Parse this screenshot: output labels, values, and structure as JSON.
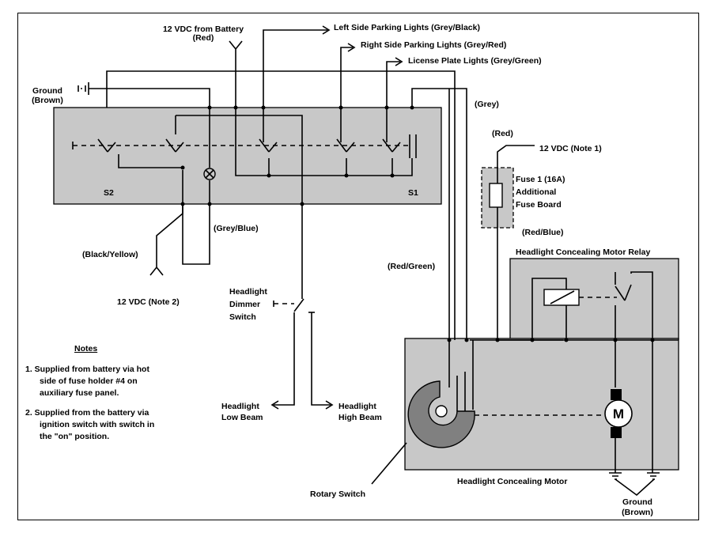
{
  "labels": {
    "battery_12vdc": "12 VDC from Battery",
    "battery_red": "(Red)",
    "ground_left": "Ground",
    "ground_left_color": "(Brown)",
    "left_parking": "Left Side Parking Lights  (Grey/Black)",
    "right_parking": "Right Side Parking Lights (Grey/Red)",
    "license_plate": "License Plate Lights  (Grey/Green)",
    "grey": "(Grey)",
    "red": "(Red)",
    "vdc_note1": "12 VDC  (Note 1)",
    "fuse_line1": "Fuse 1 (16A)",
    "fuse_line2": "Additional",
    "fuse_line3": "Fuse Board",
    "red_blue": "(Red/Blue)",
    "relay_title": "Headlight Concealing Motor Relay",
    "s2": "S2",
    "s1": "S1",
    "grey_blue": "(Grey/Blue)",
    "black_yellow": "(Black/Yellow)",
    "vdc_note2": "12 VDC (Note 2)",
    "red_green": "(Red/Green)",
    "dimmer_line1": "Headlight",
    "dimmer_line2": "Dimmer",
    "dimmer_line3": "Switch",
    "low_beam_1": "Headlight",
    "low_beam_2": "Low Beam",
    "high_beam_1": "Headlight",
    "high_beam_2": "High Beam",
    "rotary_switch": "Rotary Switch",
    "motor_title": "Headlight Concealing Motor",
    "motor_symbol": "M",
    "ground_right": "Ground",
    "ground_right_color": "(Brown)"
  },
  "notes": {
    "title": "Notes",
    "n1_line1": "1.  Supplied from battery via hot",
    "n1_line2": "side of fuse holder #4 on",
    "n1_line3": "auxiliary fuse panel.",
    "n2_line1": "2.  Supplied from the battery via",
    "n2_line2": "ignition switch with switch in",
    "n2_line3": "the \"on\" position."
  },
  "colors": {
    "panel_fill": "#c8c8c8",
    "line": "#000000",
    "rotary_fill": "#808080"
  }
}
